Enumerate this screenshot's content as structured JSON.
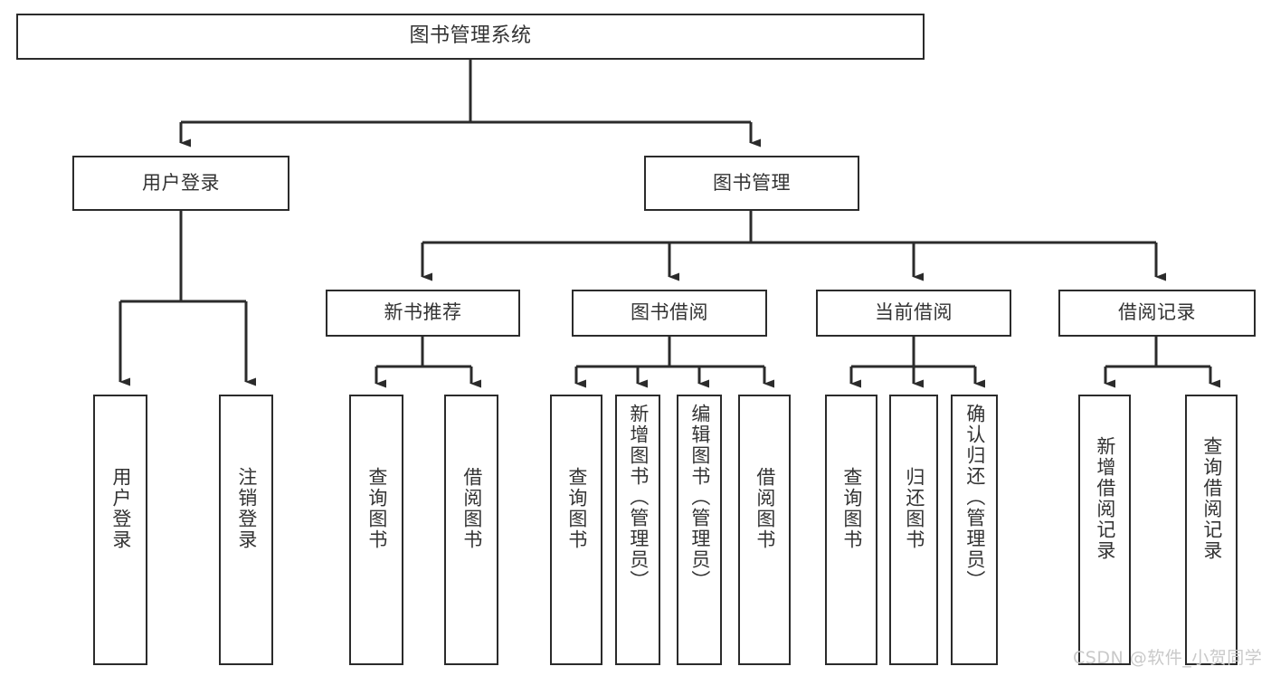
{
  "diagram": {
    "title": "图书管理系统",
    "type": "tree-hierarchy-chart",
    "orientation": "top-down",
    "colors": {
      "box_border": "#2b2b2b",
      "box_fill": "#ffffff",
      "text": "#333333",
      "edge": "#2b2b2b",
      "watermark": "#c9c9c9",
      "background": "#ffffff"
    }
  },
  "root": {
    "label": "图书管理系统"
  },
  "level2": [
    {
      "label": "用户登录"
    },
    {
      "label": "图书管理"
    }
  ],
  "level3": [
    {
      "label": "新书推荐"
    },
    {
      "label": "图书借阅"
    },
    {
      "label": "当前借阅"
    },
    {
      "label": "借阅记录"
    }
  ],
  "leaves": {
    "user_login": [
      {
        "label": "用户登录"
      },
      {
        "label": "注销登录"
      }
    ],
    "new_book_recommend": [
      {
        "label": "查询图书"
      },
      {
        "label": "借阅图书"
      }
    ],
    "book_borrow": [
      {
        "label": "查询图书"
      },
      {
        "label": "新增图书（管理员）"
      },
      {
        "label": "编辑图书（管理员）"
      },
      {
        "label": "借阅图书"
      }
    ],
    "current_borrow": [
      {
        "label": "查询图书"
      },
      {
        "label": "归还图书"
      },
      {
        "label": "确认归还（管理员）"
      }
    ],
    "borrow_record": [
      {
        "label": "新增借阅记录"
      },
      {
        "label": "查询借阅记录"
      }
    ]
  },
  "watermark": {
    "text": "CSDN @软件_小贺同学"
  }
}
